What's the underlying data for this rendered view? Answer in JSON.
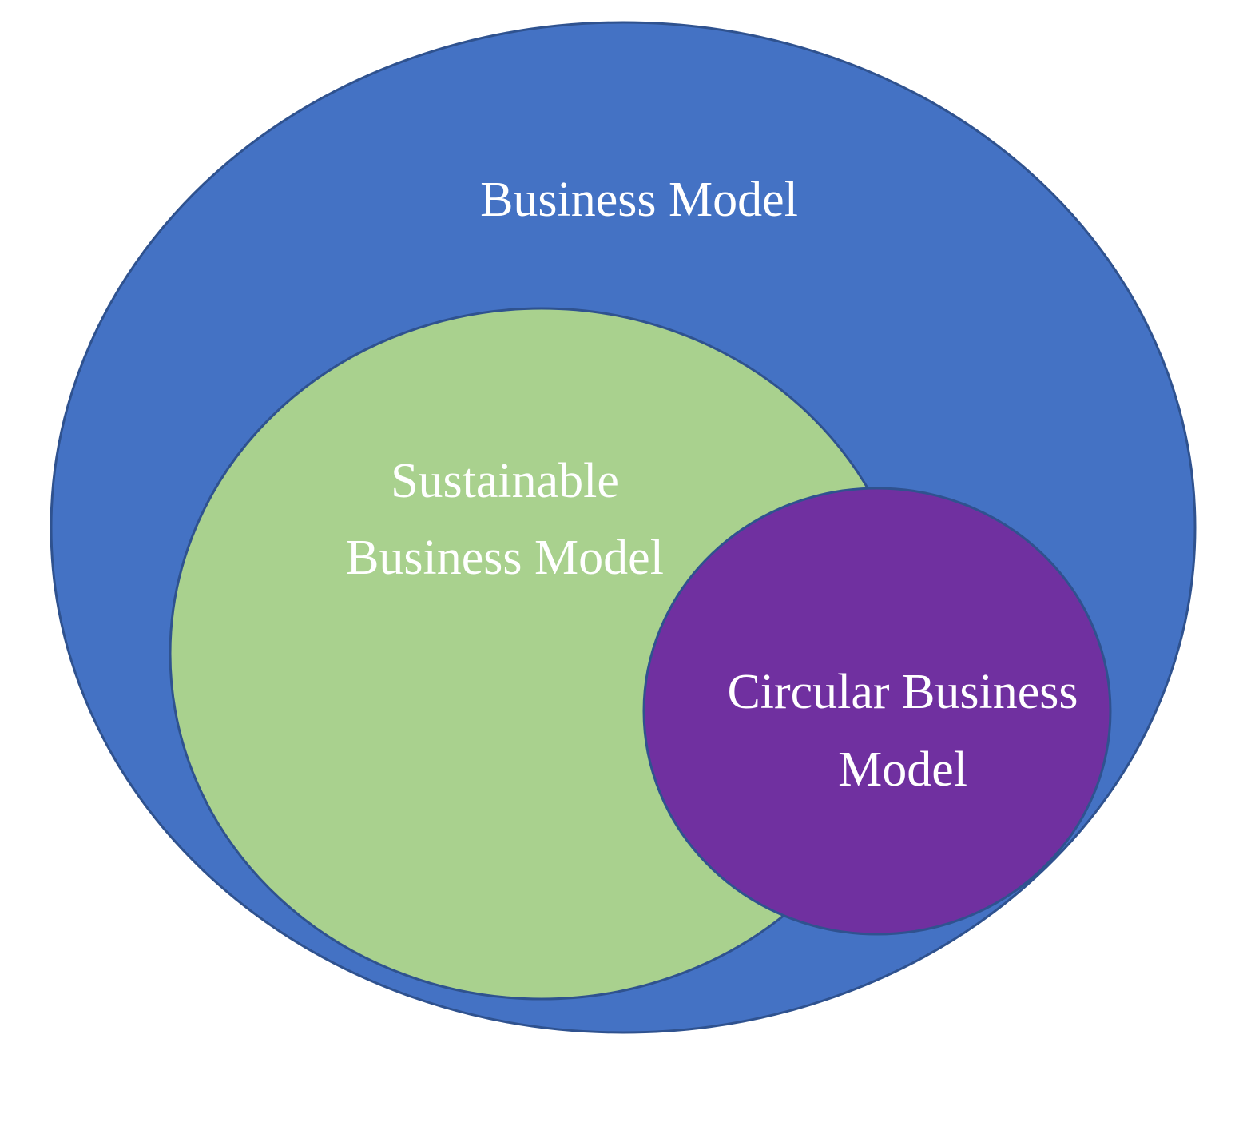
{
  "colors": {
    "business_model_fill": "#4472C4",
    "sustainable_fill": "#A9D18E",
    "circular_fill": "#7030A0",
    "outline": "#2F528F",
    "text": "#FFFFFF"
  },
  "business_model": {
    "label": "Business Model"
  },
  "sustainable_business_model": {
    "label_line1": "Sustainable",
    "label_line2": "Business Model"
  },
  "circular_business_model": {
    "label_line1": "Circular Business",
    "label_line2": "Model"
  }
}
